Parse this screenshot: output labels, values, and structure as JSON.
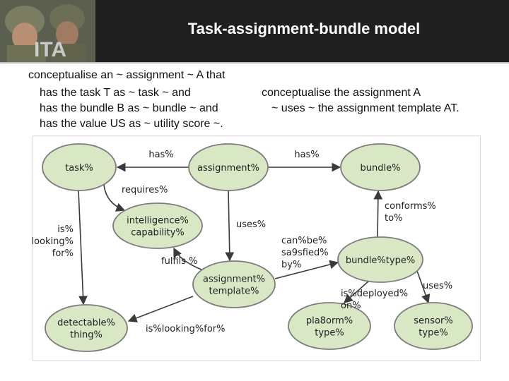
{
  "header": {
    "title": "Task-assignment-bundle model",
    "logo_text": "ITA"
  },
  "text_left": [
    "conceptualise an ~ assignment ~ A that",
    "has the task T as ~ task ~ and",
    "has the bundle B as ~ bundle ~ and",
    "has the value US as ~ utility score ~."
  ],
  "text_right": [
    "conceptualise the assignment A",
    "~ uses ~ the assignment template AT."
  ],
  "diagram": {
    "colors": {
      "node_fill": "#d9e8c4",
      "node_stroke": "#7c7c7c",
      "edge": "#3a3a3a"
    },
    "nodes": [
      {
        "id": "task",
        "lines": [
          "task%"
        ]
      },
      {
        "id": "assignment",
        "lines": [
          "assignment%"
        ]
      },
      {
        "id": "bundle",
        "lines": [
          "bundle%"
        ]
      },
      {
        "id": "intelligence",
        "lines": [
          "intelligence%",
          "capability%"
        ]
      },
      {
        "id": "bundle_type",
        "lines": [
          "bundle%type%"
        ]
      },
      {
        "id": "assignment_template",
        "lines": [
          "assignment%",
          "template%"
        ]
      },
      {
        "id": "detectable",
        "lines": [
          "detectable%",
          "thing%"
        ]
      },
      {
        "id": "platform",
        "lines": [
          "pla8orm%",
          "type%"
        ]
      },
      {
        "id": "sensor",
        "lines": [
          "sensor%",
          "type%"
        ]
      }
    ],
    "edges": [
      {
        "id": "assignment-task",
        "lines": [
          "has%"
        ]
      },
      {
        "id": "assignment-bundle",
        "lines": [
          "has%"
        ]
      },
      {
        "id": "task-intelligence",
        "lines": [
          "requires%"
        ]
      },
      {
        "id": "task-detectable",
        "lines": [
          "is%",
          "looking%",
          "for%"
        ]
      },
      {
        "id": "assignment-template",
        "lines": [
          "uses%"
        ]
      },
      {
        "id": "template-intelligence",
        "lines": [
          "fulfils %"
        ]
      },
      {
        "id": "bundletype-bundle",
        "lines": [
          "conforms%",
          "to%"
        ]
      },
      {
        "id": "template-bundletype",
        "lines": [
          "can%be%",
          "sa9sfied%",
          "by%"
        ]
      },
      {
        "id": "bundletype-platform",
        "lines": [
          "is%deployed%",
          "on%"
        ]
      },
      {
        "id": "bundletype-sensor",
        "lines": [
          "uses%"
        ]
      },
      {
        "id": "template-detectable",
        "lines": [
          "is%looking%for%"
        ]
      }
    ]
  }
}
